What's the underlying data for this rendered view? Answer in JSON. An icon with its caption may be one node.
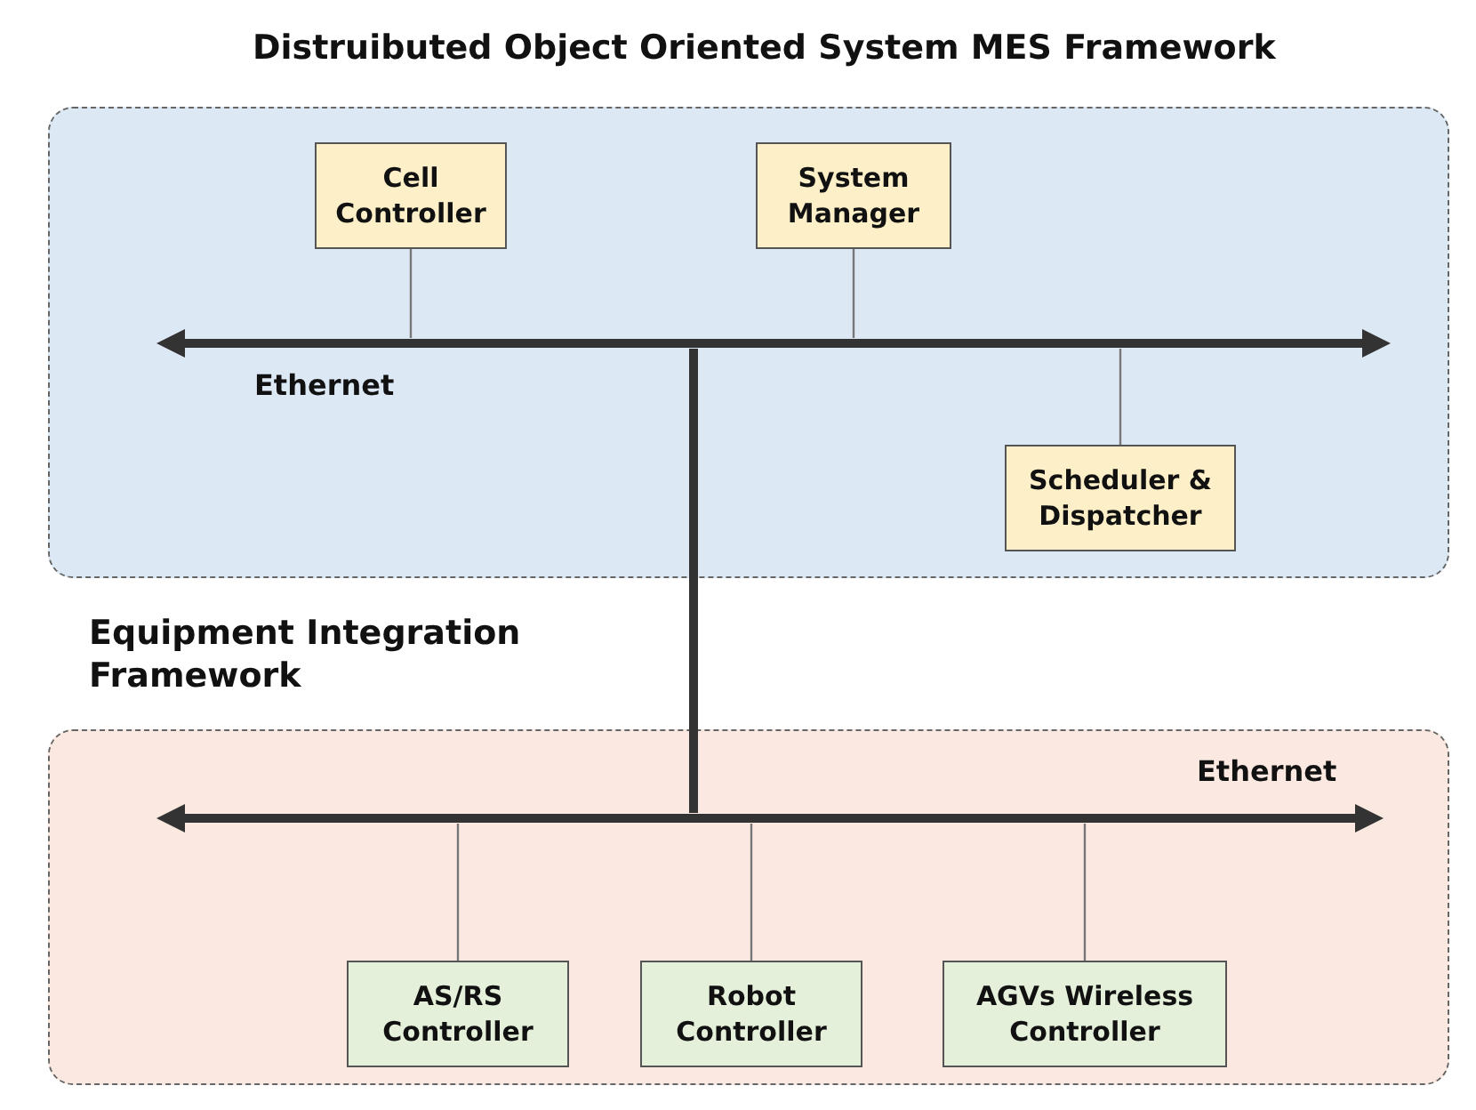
{
  "diagram": {
    "nodes": [
      {
        "text": [
          "Distruibuted Object Oriented System MES Framework"
        ]
      },
      {
        "text": [
          "Cell Controller"
        ],
        "in": 0
      },
      {
        "text": [
          "System Manager"
        ],
        "in": 0
      },
      {
        "text": [
          "Ethernet"
        ],
        "in": 0
      },
      {
        "text": [
          "Scheduler & Dispatcher"
        ],
        "in": 0
      },
      {
        "text": [
          "Equipment Integration Framework"
        ]
      },
      {
        "text": [
          "Ethernet"
        ],
        "in": 5
      },
      {
        "text": [
          "AS/RS Controller"
        ],
        "in": 5
      },
      {
        "text": [
          "Robot Controller"
        ],
        "in": 5
      },
      {
        "text": [
          "AGVs Wireless Controller"
        ],
        "in": 5
      }
    ],
    "edges": [
      {
        "from": 1,
        "to": 3,
        "arrow": "none"
      },
      {
        "from": 2,
        "to": 3,
        "arrow": "none"
      },
      {
        "from": 4,
        "to": 3,
        "arrow": "none"
      },
      {
        "from": 3,
        "to": 6,
        "arrow": "none",
        "style": "thick"
      },
      {
        "from": 7,
        "to": 6,
        "arrow": "none"
      },
      {
        "from": 8,
        "to": 6,
        "arrow": "none"
      },
      {
        "from": 9,
        "to": 6,
        "arrow": "none"
      }
    ]
  }
}
